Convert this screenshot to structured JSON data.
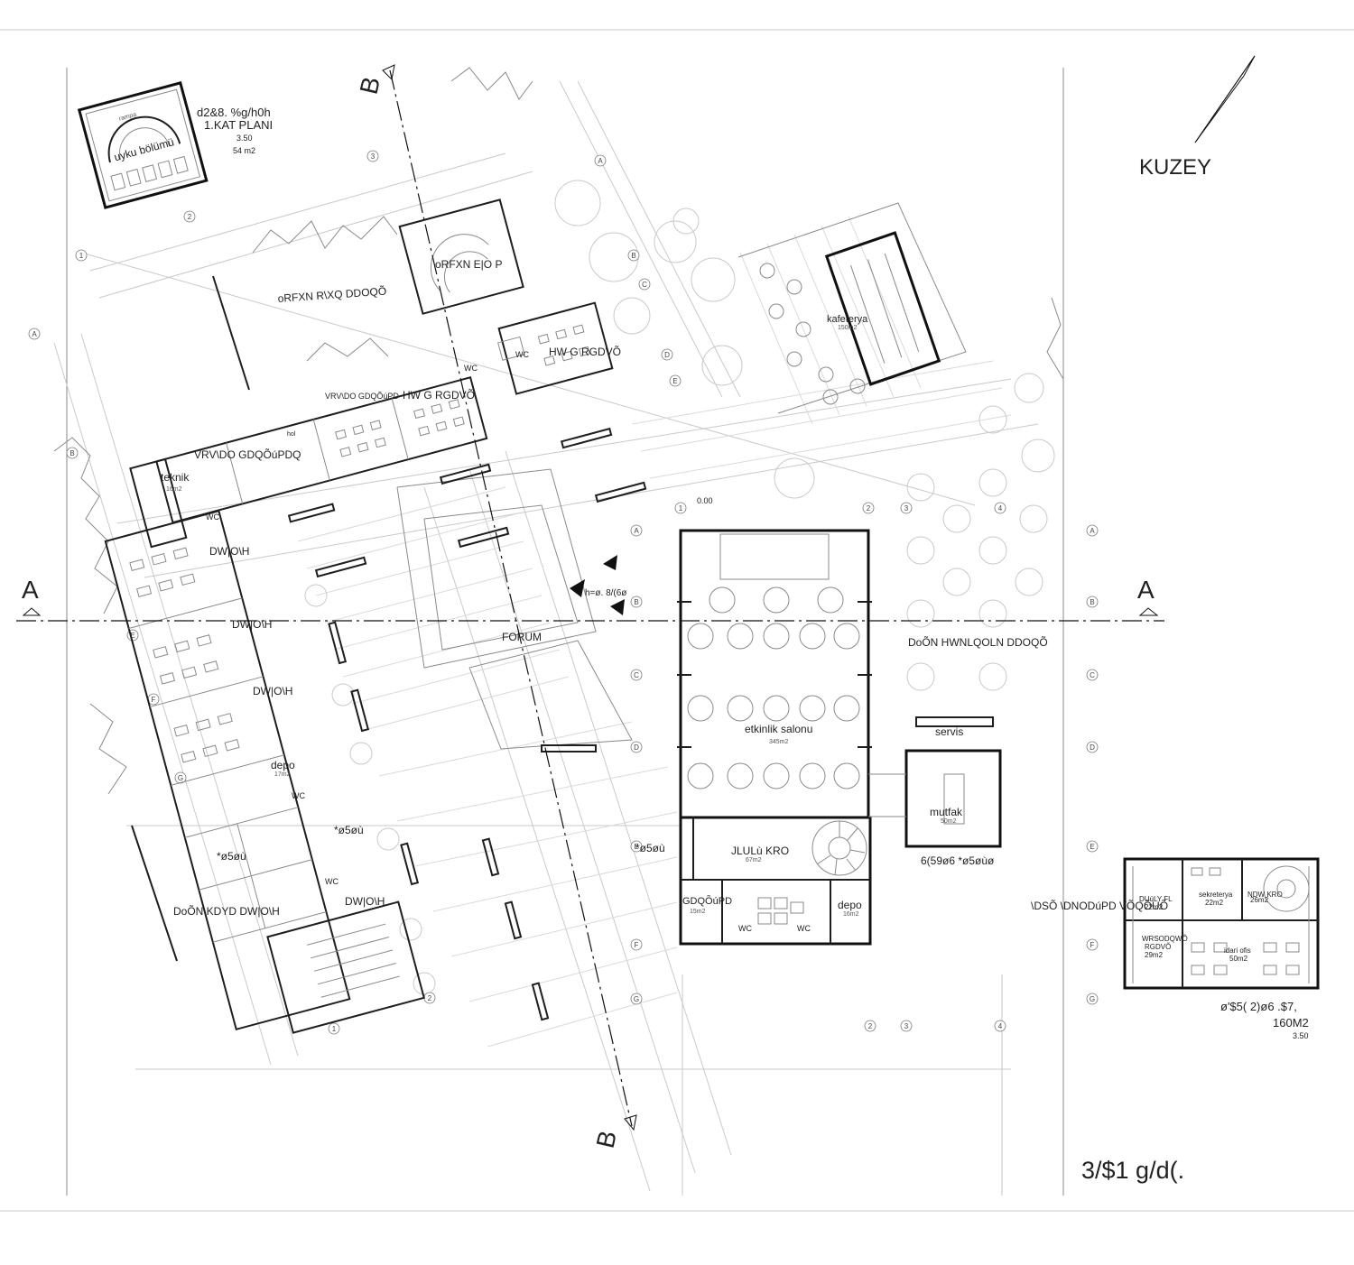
{
  "sheet": {
    "north_label": "KUZEY",
    "sheet_title": "3/$1 g/d(.",
    "section_a": "A",
    "section_b": "B"
  },
  "inset_sleep": {
    "title_line1": "d2&8. %g/h0h",
    "title_line2": "1.KAT PLANI",
    "elevation": "3.50",
    "area": "54 m2",
    "room_label": "uyku bölümü",
    "ramp_label": "rampa"
  },
  "inset_admin": {
    "title_line1": "ø'$5( 2)ø6 .$7,",
    "title_line2": "160M2",
    "elevation": "3.50",
    "room_secretary": "sekreterya",
    "room_secretary_area": "22m2",
    "room_floor": "NDW KRO",
    "room_floor_area": "26m2",
    "room_archive": "DUúLY FL",
    "room_archive_area": "22m2",
    "room_meeting": "WRSODQWÕ",
    "room_meeting2": "RGDVÕ",
    "room_meeting_area": "29m2",
    "room_office": "idari ofis",
    "room_office_area": "50m2"
  },
  "rooms": {
    "cocuk_oyun": "oRFXN R\\XQ DDOQÕ",
    "cocuk_bakim": "oRFXN E|O P",
    "etut_1": "HW G RGDVÕ",
    "etut_2": "HW G RGDVÕ",
    "sosyal_1": "VRV\\DO GDQÕúPD",
    "sosyal_2": "VRV\\DO GDQÕúPDQ",
    "wc": "WC",
    "hol": "hol",
    "teknik": "teknik",
    "teknik_area": "16m2",
    "atolye_1": "DW|O\\H",
    "atolye_2": "DW|O\\H",
    "atolye_3": "DW|O\\H",
    "atolye_4": "DW|O\\H",
    "depo_w": "depo",
    "depo_w_area": "17m2",
    "giris_1": "*ø5øù",
    "giris_2": "*ø5øù",
    "giris_3": "*ø5øù",
    "acik_atolye": "DoÕN KDYD DW|O\\H",
    "forum": "FORUM",
    "kafeterya": "kafeterya",
    "kafeterya_area": "150m2",
    "acik_etkinlik": "DoÕN HWNLQOLN DDOQÕ",
    "etkinlik_salonu": "etkinlik salonu",
    "etkinlik_area": "345m2",
    "servis": "servis",
    "mutfak": "mutfak",
    "mutfak_area": "50m2",
    "servis_giris": "6(59ø6 *ø5øùø",
    "giris_holu": "JLULù KRO",
    "giris_holu_area": "67m2",
    "danisma": "GDQÕúPD",
    "danisma_area": "15m2",
    "depo_e": "depo",
    "depo_e_area": "16m2",
    "yapi_alan": "\\DSÕ \\DNODúPD VÕQÕUÕ",
    "elev_zero": "0.00",
    "kot_label": "h=ø. 8/(6ø"
  },
  "grid": {
    "rows": [
      "A",
      "B",
      "C",
      "D",
      "E",
      "F",
      "G"
    ],
    "cols": [
      "1",
      "2",
      "3",
      "4"
    ]
  }
}
